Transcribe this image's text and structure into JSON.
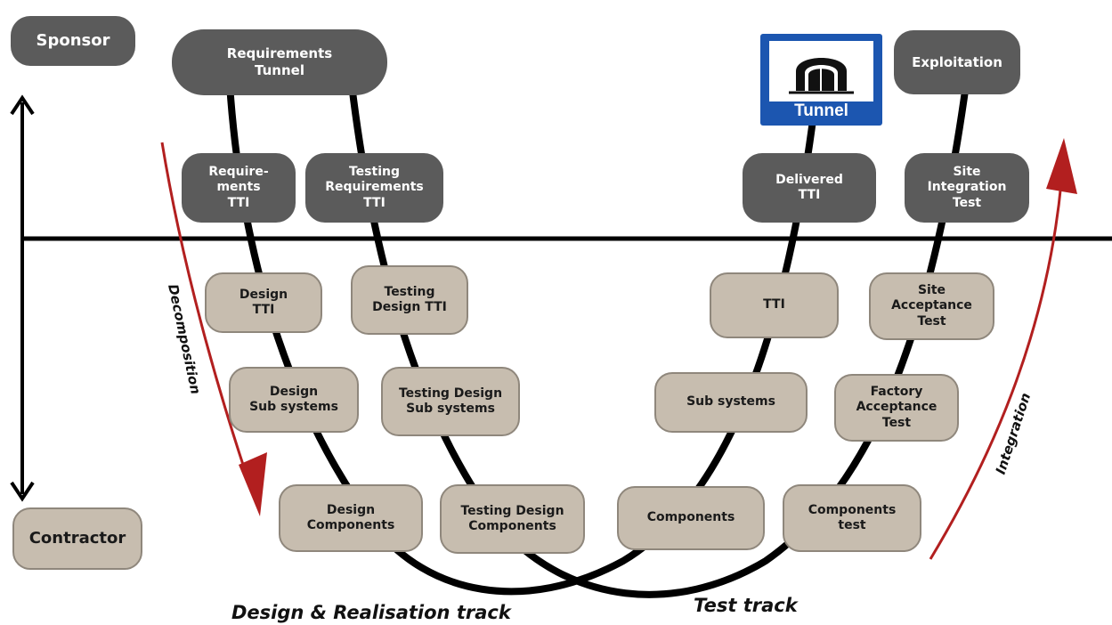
{
  "roles": {
    "sponsor": "Sponsor",
    "contractor": "Contractor"
  },
  "nodes": {
    "requirements_tunnel": "Requirements\nTunnel",
    "exploitation": "Exploitation",
    "requirements_tti": "Require-\nments\nTTI",
    "testing_requirements_tti": "Testing\nRequirements\nTTI",
    "delivered_tti": "Delivered\nTTI",
    "site_integration_test": "Site\nIntegration\nTest",
    "design_tti": "Design\nTTI",
    "testing_design_tti": "Testing\nDesign TTI",
    "tti": "TTI",
    "site_acceptance_test": "Site\nAcceptance\nTest",
    "design_sub_systems": "Design\nSub systems",
    "testing_design_sub_systems": "Testing Design\nSub systems",
    "sub_systems": "Sub systems",
    "factory_acceptance_test": "Factory\nAcceptance\nTest",
    "design_components": "Design\nComponents",
    "testing_design_components": "Testing Design\nComponents",
    "components": "Components",
    "components_test": "Components\ntest"
  },
  "sign": {
    "label": "Tunnel",
    "icon": "tunnel-icon",
    "background": "#1c56b0"
  },
  "arrows": {
    "decomposition": "Decomposition",
    "integration": "Integration"
  },
  "tracks": {
    "design_realisation": "Design & Realisation track",
    "test": "Test track"
  },
  "colors": {
    "dark_node": "#5b5b5b",
    "light_node": "#c7bdaf",
    "arrow_red": "#b21f1f",
    "line": "#000000"
  }
}
